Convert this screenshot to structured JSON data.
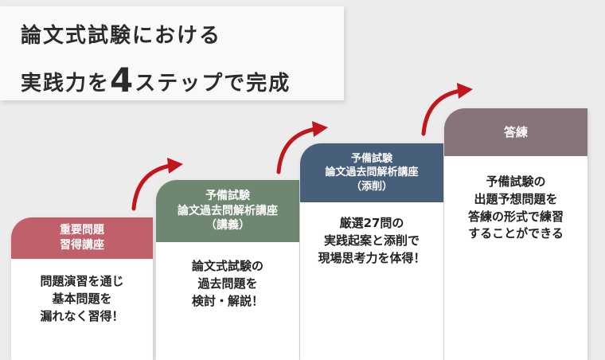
{
  "headline": {
    "line1": "論文式試験における",
    "line2_pre": "実践力を",
    "line2_num": "4",
    "line2_post": "ステップで完成"
  },
  "colors": {
    "step1": "#c0606a",
    "step2": "#6f8771",
    "step3": "#475f7a",
    "step4": "#867478",
    "arrow": "#c0161c"
  },
  "steps": [
    {
      "title": [
        "重要問題",
        "習得講座"
      ],
      "desc": [
        "問題演習を通じ",
        "基本問題を",
        "漏れなく習得！"
      ]
    },
    {
      "title": [
        "予備試験",
        "論文過去問解析講座",
        "（講義）"
      ],
      "desc": [
        "論文式試験の",
        "過去問題を",
        "検討・解説！"
      ]
    },
    {
      "title": [
        "予備試験",
        "論文過去問解析講座",
        "（添削）"
      ],
      "desc": [
        "厳選27問の",
        "実践起案と添削で",
        "現場思考力を体得！"
      ]
    },
    {
      "title": [
        "答練"
      ],
      "desc": [
        "予備試験の",
        "出題予想問題を",
        "答練の形式で練習",
        "することができる"
      ]
    }
  ],
  "icons": [
    "arrow-curved-up-right-icon",
    "arrow-curved-up-right-icon",
    "arrow-curved-up-right-icon",
    "arrow-curved-up-right-icon"
  ]
}
